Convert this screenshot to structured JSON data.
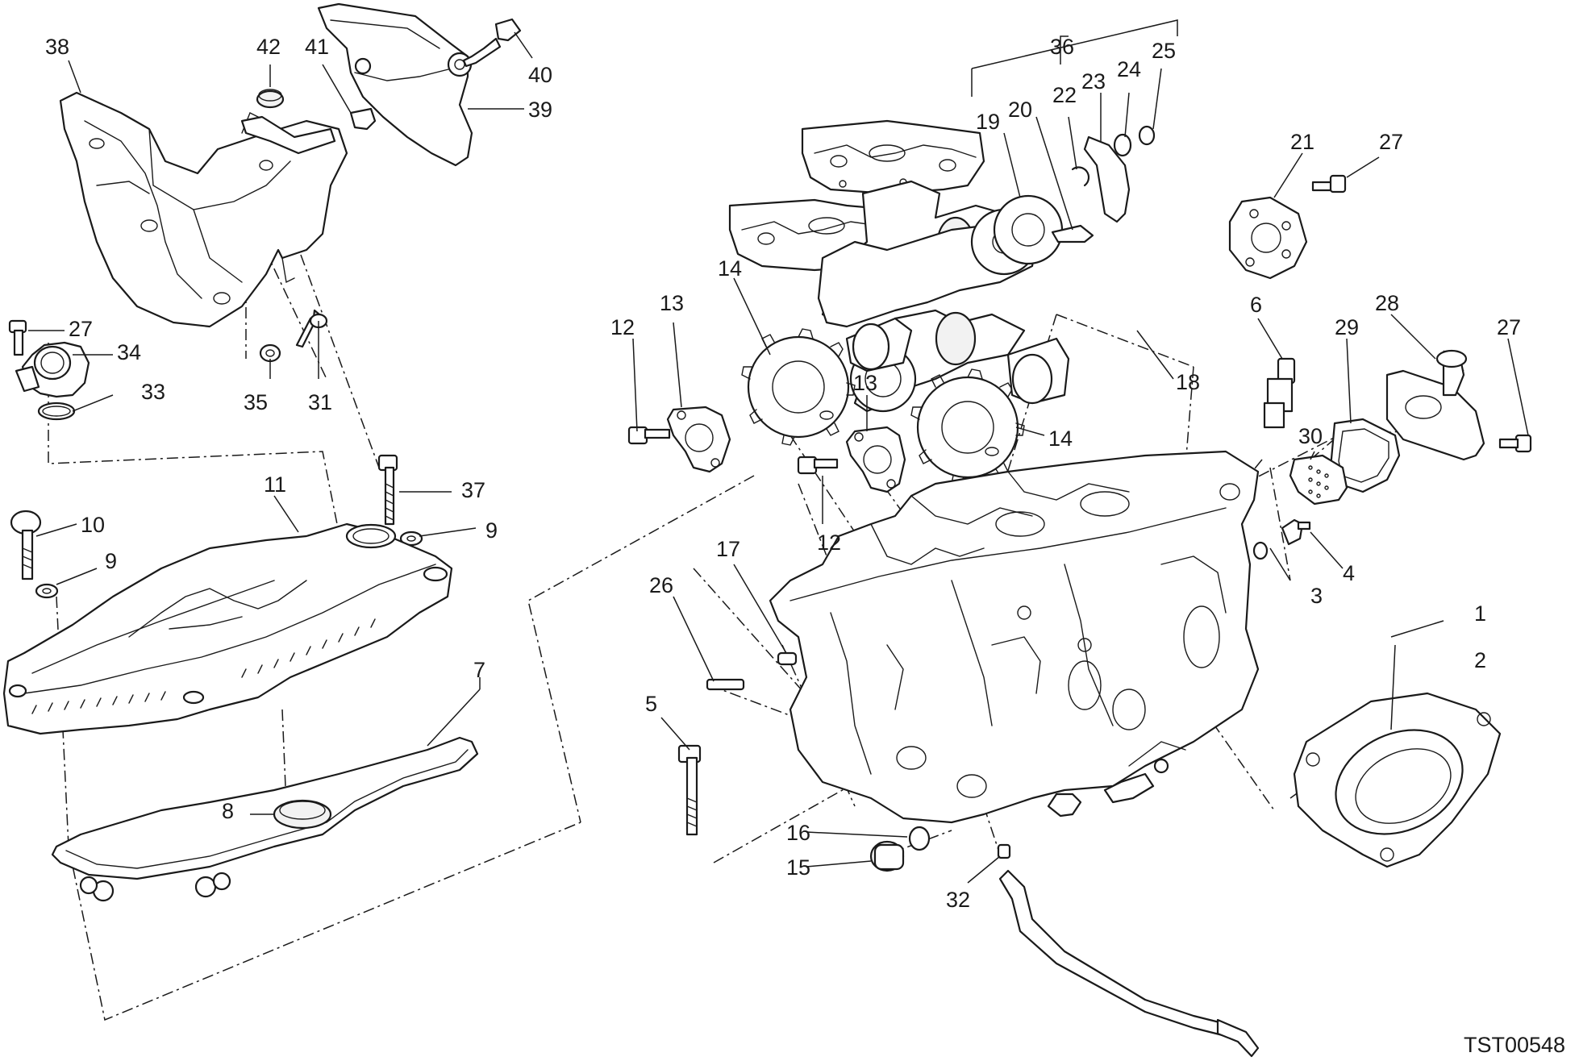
{
  "drawing_code": "TST00548",
  "callouts": {
    "c38": "38",
    "c42": "42",
    "c41": "41",
    "c40": "40",
    "c39": "39",
    "c27a": "27",
    "c34": "34",
    "c33": "33",
    "c35": "35",
    "c31": "31",
    "c11": "11",
    "c37": "37",
    "c10": "10",
    "c9a": "9",
    "c9b": "9",
    "c7": "7",
    "c8": "8",
    "c36": "36",
    "c19": "19",
    "c20": "20",
    "c22": "22",
    "c23": "23",
    "c24": "24",
    "c25": "25",
    "c21": "21",
    "c27b": "27",
    "c14a": "14",
    "c13a": "13",
    "c12a": "12",
    "c13b": "13",
    "c14b": "14",
    "c18": "18",
    "c12b": "12",
    "c6": "6",
    "c28": "28",
    "c29": "29",
    "c27c": "27",
    "c30": "30",
    "c4": "4",
    "c3": "3",
    "c1": "1",
    "c2": "2",
    "c17": "17",
    "c26": "26",
    "c5": "5",
    "c16": "16",
    "c15": "15",
    "c32": "32"
  }
}
